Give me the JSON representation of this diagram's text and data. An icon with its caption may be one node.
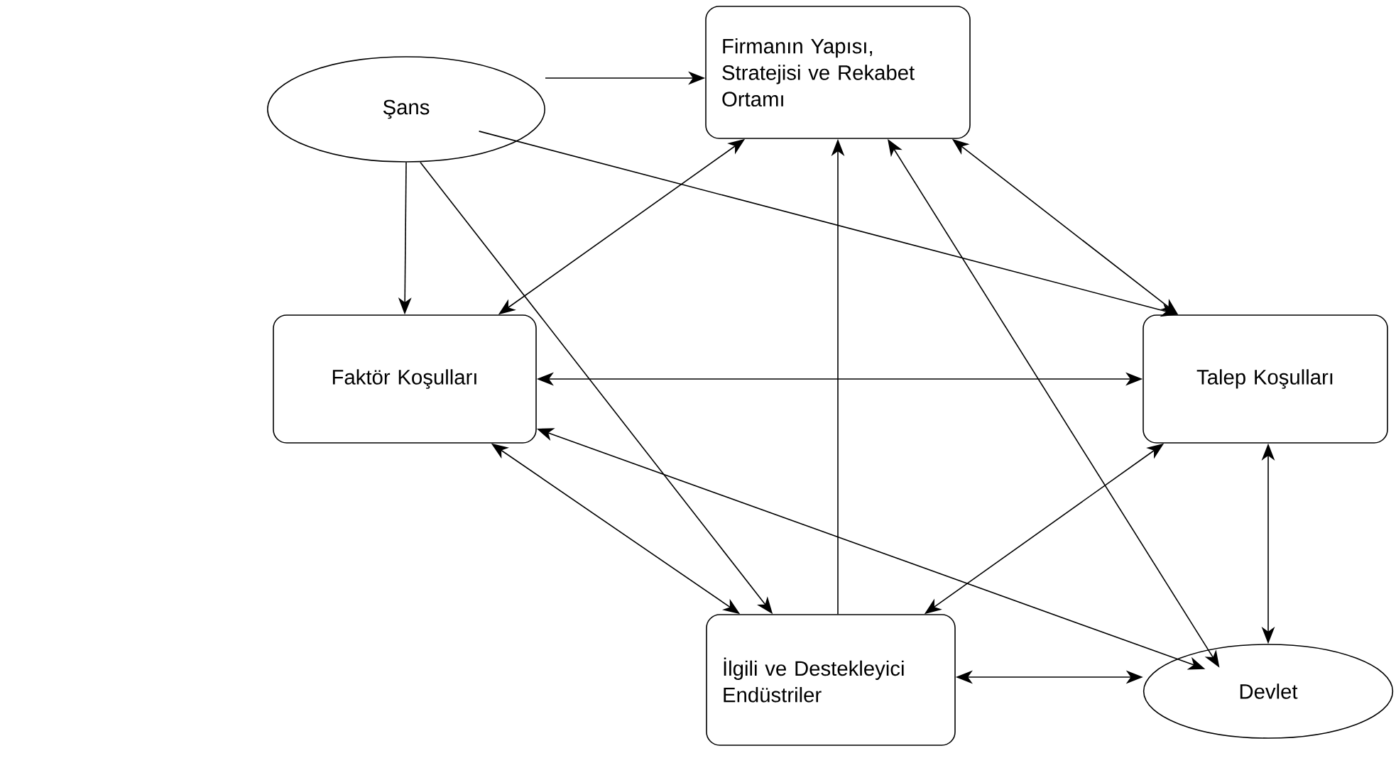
{
  "diagram": {
    "nodes": [
      {
        "text": [
          "Şans"
        ]
      },
      {
        "text": [
          "Firmanın Yapısı, Stratejisi ve Rekabet Ortamı"
        ]
      },
      {
        "text": [
          "Faktör Koşulları"
        ]
      },
      {
        "text": [
          "Talep Koşulları"
        ]
      },
      {
        "text": [
          "İlgili ve Destekleyici Endüstriler"
        ]
      },
      {
        "text": [
          "Devlet"
        ]
      }
    ],
    "edges": [
      {
        "from": 0,
        "to": 1,
        "arrow": "to"
      },
      {
        "from": 0,
        "to": 2,
        "arrow": "to"
      },
      {
        "from": 0,
        "to": 4,
        "arrow": "to"
      },
      {
        "from": 0,
        "to": 3,
        "arrow": "to"
      },
      {
        "from": 1,
        "to": 2,
        "arrow": "both"
      },
      {
        "from": 4,
        "to": 1,
        "arrow": "to"
      },
      {
        "from": 1,
        "to": 5,
        "arrow": "both"
      },
      {
        "from": 1,
        "to": 3,
        "arrow": "both"
      },
      {
        "from": 2,
        "to": 3,
        "arrow": "both"
      },
      {
        "from": 2,
        "to": 4,
        "arrow": "both"
      },
      {
        "from": 2,
        "to": 5,
        "arrow": "both"
      },
      {
        "from": 3,
        "to": 4,
        "arrow": "both"
      },
      {
        "from": 3,
        "to": 5,
        "arrow": "both"
      },
      {
        "from": 4,
        "to": 5,
        "arrow": "both"
      }
    ]
  }
}
